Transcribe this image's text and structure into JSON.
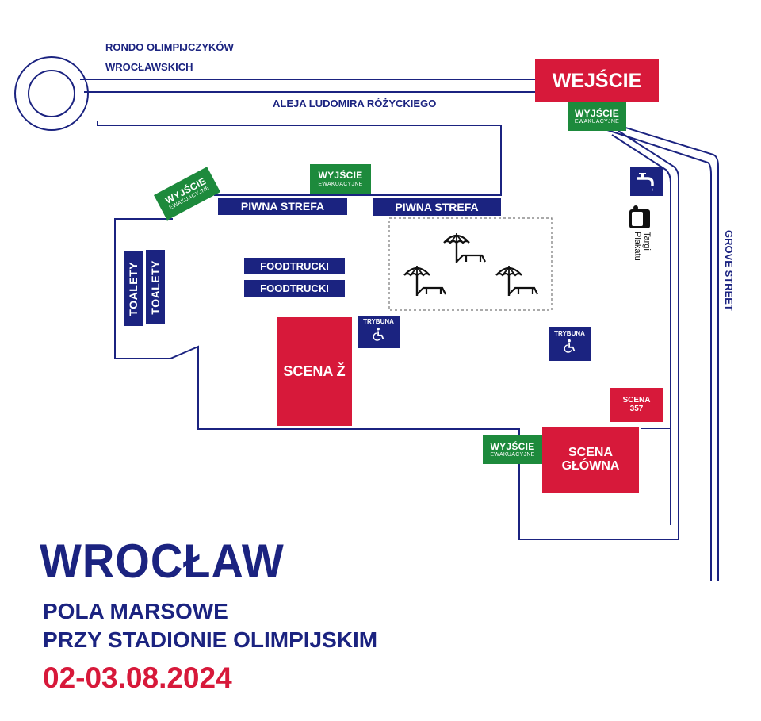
{
  "streets": {
    "roundabout_line1": "RONDO OLIMPIJCZYKÓW",
    "roundabout_line2": "WROCŁAWSKICH",
    "aleja": "ALEJA LUDOMIRA RÓŻYCKIEGO",
    "grove": "GROVE STREET"
  },
  "entrance": {
    "label": "WEJŚCIE"
  },
  "emergency_exit": {
    "line1": "WYJŚCIE",
    "line2": "EWAKUACYJNE"
  },
  "zones": {
    "beer_zone": "PIWNA STREFA",
    "foodtrucks": "FOODTRUCKI",
    "toilets": "TOALETY",
    "stand": "TRYBUNA",
    "stage_z": "SCENA Ž",
    "stage_357_line1": "SCENA",
    "stage_357_line2": "357",
    "main_stage_line1": "SCENA",
    "main_stage_line2": "GŁÓWNA",
    "poster_fair_line1": "Targi",
    "poster_fair_line2": "Plakatu"
  },
  "icons": {
    "beach_umbrella": "beach-umbrella-lounger-icon",
    "wheelchair": "wheelchair-icon",
    "water_tap": "water-tap-icon",
    "poster": "poster-fair-icon"
  },
  "footer": {
    "city": "WROCŁAW",
    "venue_line1": "POLA MARSOWE",
    "venue_line2": "PRZY STADIONIE OLIMPIJSKIM",
    "dates": "02-03.08.2024"
  },
  "colors": {
    "navy": "#1b2380",
    "red": "#d7193a",
    "green": "#1d8a3c",
    "line": "#1b2380"
  }
}
